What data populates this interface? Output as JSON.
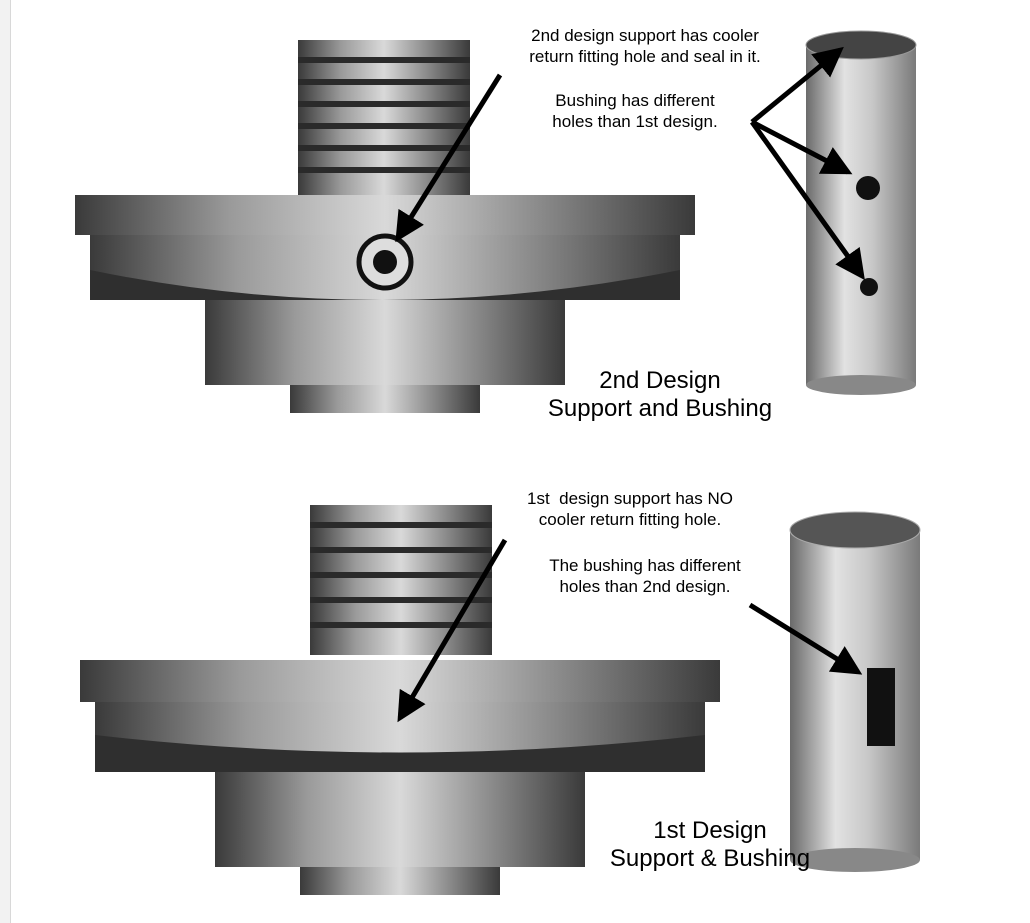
{
  "second_design": {
    "note_support": "2nd design support has cooler\nreturn fitting hole and seal in it.",
    "note_bushing": "Bushing has different\nholes than 1st design.",
    "title": "2nd Design\nSupport and Bushing"
  },
  "first_design": {
    "note_support": "1st  design support has NO\ncooler return fitting hole.",
    "note_bushing": "The bushing has different\nholes than 2nd design.",
    "title": "1st Design\nSupport & Bushing"
  },
  "colors": {
    "metal_dark": "#3a3a3a",
    "metal_light": "#d9d9d9",
    "arrow": "#000000"
  }
}
